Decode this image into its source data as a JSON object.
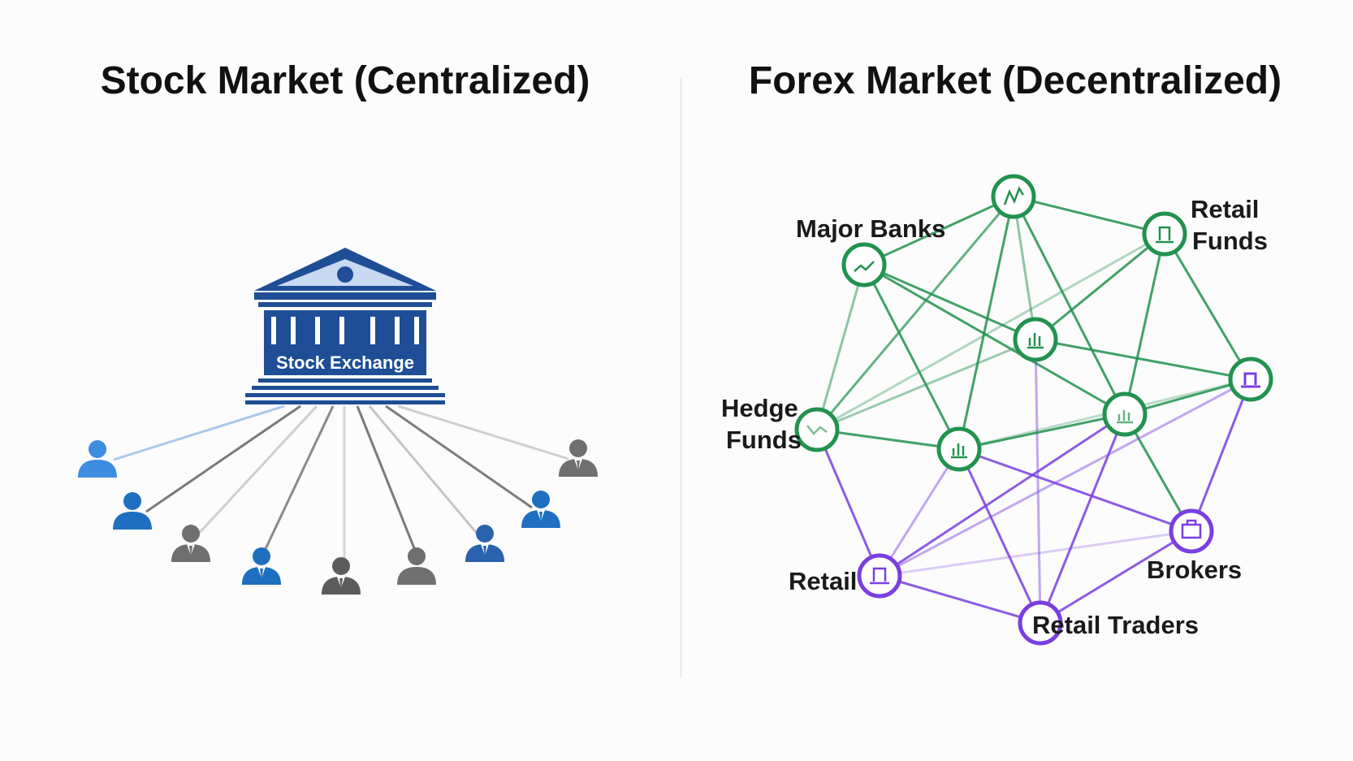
{
  "left_panel": {
    "title": "Stock Market (Centralized)",
    "exchange_label": "Stock Exchange",
    "participant_icons": [
      "person-icon",
      "person-icon",
      "businessman-icon",
      "businessman-icon",
      "businessman-icon",
      "person-icon",
      "businessman-icon",
      "businessman-icon",
      "businessman-icon"
    ]
  },
  "right_panel": {
    "title": "Forex Market (Decentralized)",
    "labels": {
      "major_banks": "Major Banks",
      "retail_funds_1": "Retail",
      "retail_funds_2": "Funds",
      "hedge_funds_1": "Hedge",
      "hedge_funds_2": "Funds",
      "retail": "Retail",
      "brokers": "Brokers",
      "retail_traders": "Retail Traders"
    }
  },
  "colors": {
    "exchange_blue": "#1f4e96",
    "exchange_light": "#c9d9f2",
    "participant_blue": "#1e6fc0",
    "participant_gray": "#6f6f6f",
    "network_green": "#22924f",
    "network_purple": "#7a3fe0"
  }
}
